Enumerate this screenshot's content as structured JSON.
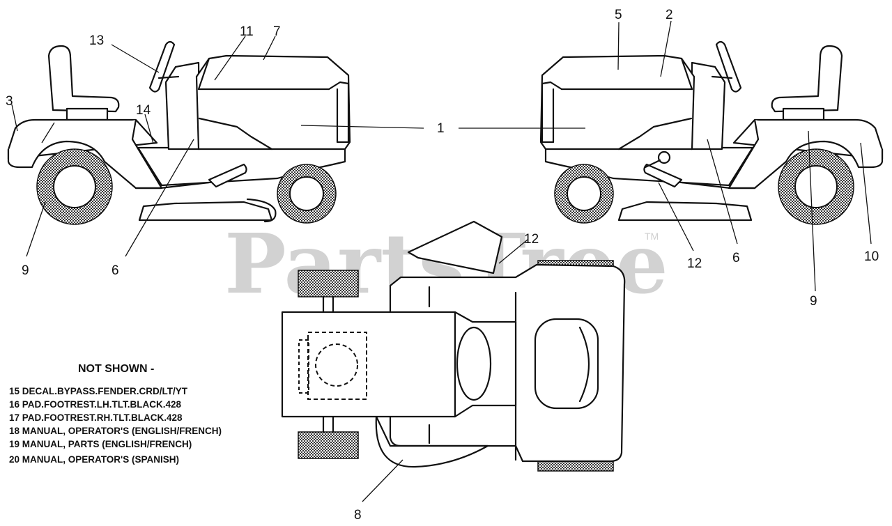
{
  "watermark": {
    "text": "PartsTree",
    "tm": "TM"
  },
  "callouts": {
    "left": [
      "13",
      "11",
      "7",
      "3",
      "14",
      "9",
      "6"
    ],
    "right": [
      "5",
      "2",
      "12",
      "6",
      "10",
      "9"
    ],
    "center": [
      "1"
    ],
    "top": [
      "12",
      "8"
    ]
  },
  "not_shown": {
    "title": "NOT SHOWN -",
    "items": [
      "15 DECAL.BYPASS.FENDER.CRD/LT/YT",
      "16 PAD.FOOTREST.LH.TLT.BLACK.428",
      "17 PAD.FOOTREST.RH.TLT.BLACK.428",
      "18 MANUAL, OPERATOR'S (ENGLISH/FRENCH)",
      "19 MANUAL, PARTS (ENGLISH/FRENCH)",
      "20 MANUAL, OPERATOR'S (SPANISH)"
    ]
  },
  "colors": {
    "ink": "#111111",
    "watermark": "#d2d2d2",
    "background": "#ffffff"
  }
}
